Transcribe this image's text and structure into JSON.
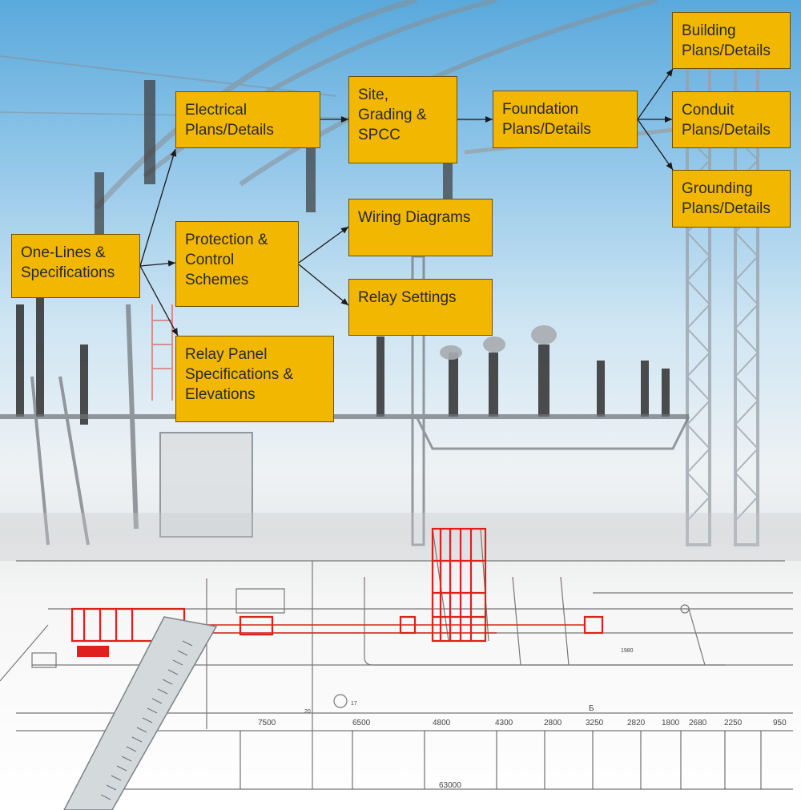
{
  "diagram": {
    "nodes": {
      "one_lines": "One-Lines &\nSpecifications",
      "electrical": "Electrical\nPlans/Details",
      "protection": "Protection &\nControl\nSchemes",
      "relay_panel": "Relay Panel\nSpecifications &\nElevations",
      "site": "Site,\nGrading &\nSPCC",
      "wiring": "Wiring Diagrams",
      "relay_settings": "Relay Settings",
      "foundation": "Foundation\nPlans/Details",
      "building": "Building\nPlans/Details",
      "conduit": "Conduit\nPlans/Details",
      "grounding": "Grounding\nPlans/Details"
    },
    "edges": [
      [
        "one_lines",
        "electrical"
      ],
      [
        "one_lines",
        "protection"
      ],
      [
        "one_lines",
        "relay_panel"
      ],
      [
        "electrical",
        "site"
      ],
      [
        "protection",
        "wiring"
      ],
      [
        "protection",
        "relay_settings"
      ],
      [
        "site",
        "foundation"
      ],
      [
        "foundation",
        "building"
      ],
      [
        "foundation",
        "conduit"
      ],
      [
        "foundation",
        "grounding"
      ]
    ]
  },
  "blueprint": {
    "dimensions": [
      "7500",
      "6500",
      "4800",
      "4300",
      "2800",
      "3250",
      "2820",
      "1800",
      "2680",
      "2250",
      "950"
    ],
    "total": "63000",
    "marks": [
      "1980",
      "Б",
      "17",
      "20"
    ]
  },
  "colors": {
    "box_fill": "#f2b700",
    "box_border": "#6d5200",
    "arrow": "#1a1a1a",
    "blueprint_red": "#e0201c"
  }
}
